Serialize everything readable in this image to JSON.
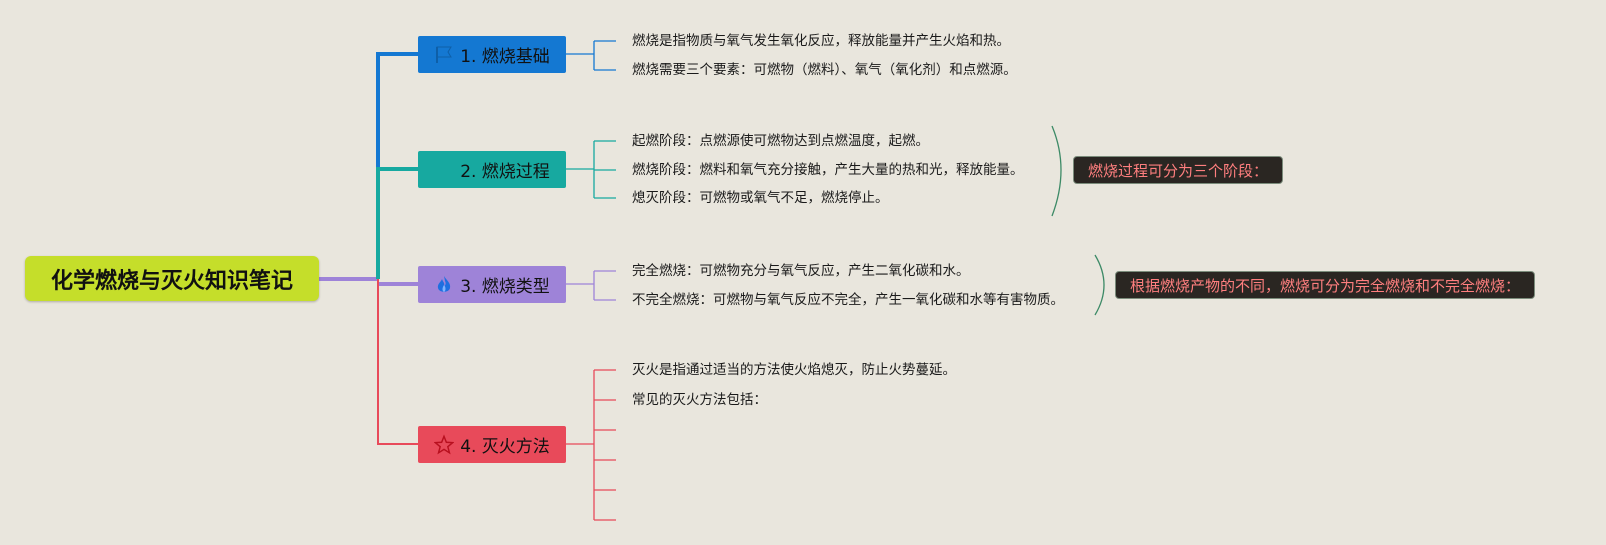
{
  "title": "化学燃烧与灭火知识笔记",
  "colors": {
    "background": "#e9e6dd",
    "root": "#c5de2a",
    "branch1": "#1478d2",
    "branch2": "#17a9a0",
    "branch3": "#9e83d8",
    "branch4": "#e84a5a",
    "summary_bg": "#2a2622",
    "summary_text": "#ff7f7f"
  },
  "branches": [
    {
      "label": "1. 燃烧基础",
      "icon": "flag-icon",
      "leaves": [
        "燃烧是指物质与氧气发生氧化反应，释放能量并产生火焰和热。",
        "燃烧需要三个要素：可燃物（燃料）、氧气（氧化剂）和点燃源。"
      ]
    },
    {
      "label": "2. 燃烧过程",
      "icon": "none",
      "leaves": [
        "起燃阶段：点燃源使可燃物达到点燃温度，起燃。",
        "燃烧阶段：燃料和氧气充分接触，产生大量的热和光，释放能量。",
        "熄灭阶段：可燃物或氧气不足，燃烧停止。"
      ],
      "summary": "燃烧过程可分为三个阶段："
    },
    {
      "label": "3. 燃烧类型",
      "icon": "flame-icon",
      "leaves": [
        "完全燃烧：可燃物充分与氧气反应，产生二氧化碳和水。",
        "不完全燃烧：可燃物与氧气反应不完全，产生一氧化碳和水等有害物质。"
      ],
      "summary": "根据燃烧产物的不同，燃烧可分为完全燃烧和不完全燃烧："
    },
    {
      "label": "4. 灭火方法",
      "icon": "star-icon",
      "leaves": [
        "灭火是指通过适当的方法使火焰熄灭，防止火势蔓延。",
        "常见的灭火方法包括：",
        "",
        "",
        "",
        ""
      ]
    }
  ]
}
